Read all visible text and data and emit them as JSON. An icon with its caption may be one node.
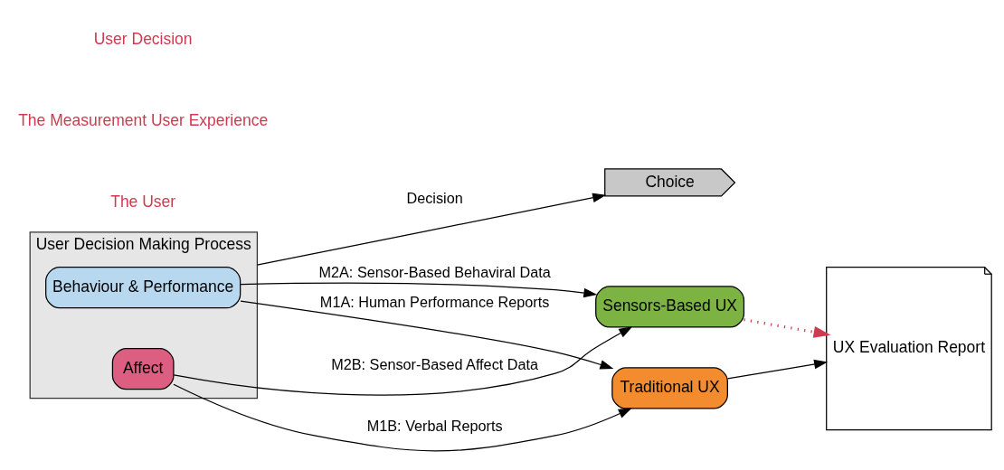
{
  "diagram": {
    "nodes": [
      {
        "text": [
          "User Decision Making Process"
        ]
      },
      {
        "text": [
          "Behaviour & Performance"
        ],
        "in": 0
      },
      {
        "text": [
          "Affect"
        ],
        "in": 0
      },
      {
        "text": [
          "Traditional UX"
        ]
      },
      {
        "text": [
          "Sensors-Based UX"
        ]
      },
      {
        "text": [
          "UX Evaluation Report"
        ]
      },
      {
        "text": [
          "Choice"
        ]
      }
    ],
    "edges": [
      {
        "from": 1,
        "to": 3,
        "arrow": "to",
        "label": "M1A: Human Performance Reports"
      },
      {
        "from": 2,
        "to": 3,
        "arrow": "to",
        "label": "M1B: Verbal Reports"
      },
      {
        "from": 1,
        "to": 4,
        "arrow": "to",
        "label": "M2A: Sensor-Based Behaviral Data"
      },
      {
        "from": 2,
        "to": 4,
        "arrow": "to",
        "label": "M2B: Sensor-Based Affect Data"
      },
      {
        "from": 3,
        "to": 5,
        "arrow": "to"
      },
      {
        "from": 4,
        "to": 5,
        "arrow": "to",
        "style": "dashed",
        "color": "#d0394f"
      },
      {
        "from": 0,
        "to": 6,
        "arrow": "to",
        "label": "Decision"
      }
    ],
    "labels": [
      "The User",
      "The Measurement User Experience",
      "User Decision"
    ]
  }
}
